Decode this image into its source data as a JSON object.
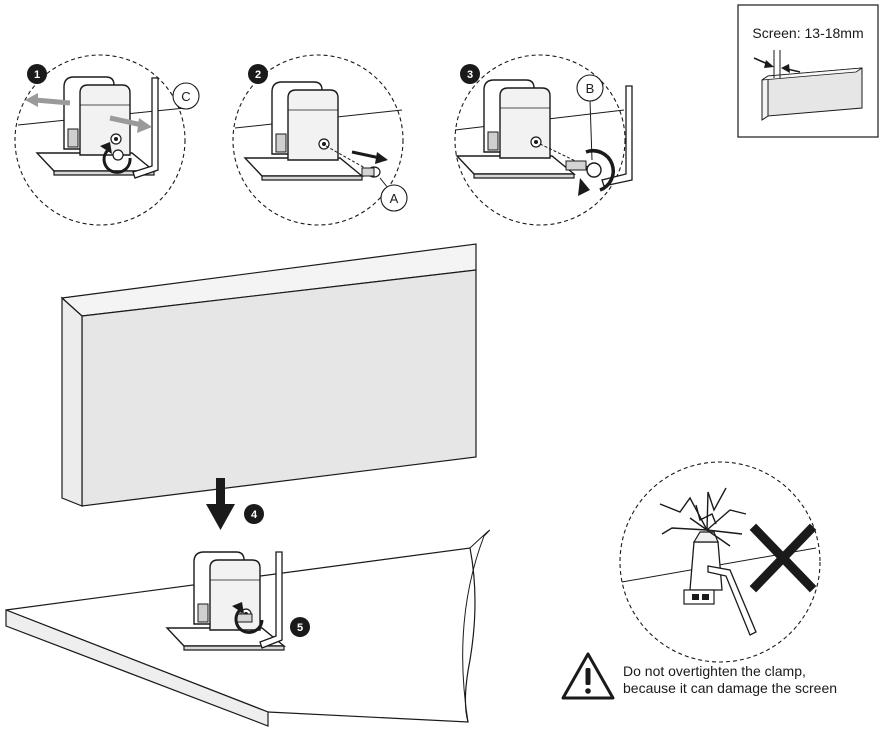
{
  "steps": {
    "s1": {
      "number": "1",
      "part_label": "C"
    },
    "s2": {
      "number": "2",
      "part_label": "A"
    },
    "s3": {
      "number": "3",
      "part_label": "B"
    },
    "s4": {
      "number": "4"
    },
    "s5": {
      "number": "5"
    }
  },
  "screen_spec": {
    "label": "Screen: 13-18mm"
  },
  "warning": {
    "line1": "Do not overtighten the clamp,",
    "line2": "because it can damage the screen"
  },
  "icons": {
    "warning": "warning-triangle-icon",
    "prohibited": "cross-icon",
    "rotate": "rotate-arrow-icon",
    "down": "arrow-down-icon"
  },
  "colors": {
    "line": "#1a1a1a",
    "screen_face": "#e6e6e6",
    "screen_top": "#f4f4f4",
    "arrow_grey": "#9a9a9a"
  }
}
